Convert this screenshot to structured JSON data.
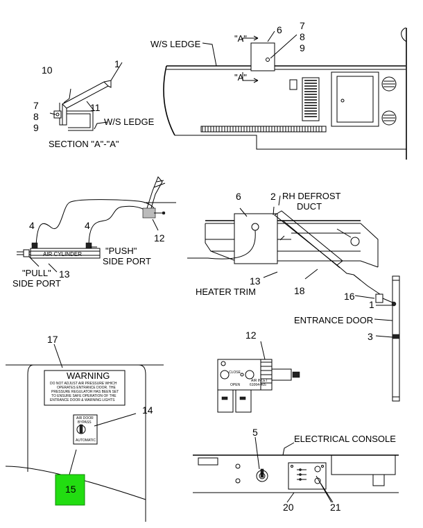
{
  "labels": {
    "ws_ledge_top": "W/S LEDGE",
    "section_a_top1": "\"A\"",
    "section_a_top2": "\"A\"",
    "num6_top": "6",
    "num7_top": "7",
    "num8_top": "8",
    "num9_top": "9",
    "num1_sec": "1",
    "num10_sec": "10",
    "num11_sec": "11",
    "num7_sec": "7",
    "num8_sec": "8",
    "num9_sec": "9",
    "ws_ledge_sec": "W/S LEDGE",
    "section_title": "SECTION \"A\"-\"A\"",
    "num4_left": "4",
    "num4_right": "4",
    "air_cylinder": "AIR CYLINDER",
    "push_port_1": "\"PUSH\"",
    "push_port_2": "SIDE PORT",
    "pull_port_1": "\"PULL\"",
    "pull_port_2": "SIDE PORT",
    "num13_cyl": "13",
    "num12_cyl": "12",
    "num6_def": "6",
    "num2_def": "2",
    "rh_defrost_1": "RH DEFROST",
    "rh_defrost_2": "DUCT",
    "num13_def": "13",
    "num18_def": "18",
    "heater_trim": "HEATER TRIM",
    "num16_def": "16",
    "num1_def": "1",
    "entrance_door": "ENTRANCE DOOR",
    "num3_def": "3",
    "num17": "17",
    "warning_title": "WARNING",
    "warning_l1": "DO NOT ADJUST AIR PRESSURE WHICH",
    "warning_l2": "OPERATES ENTRANCE DOOR. THE",
    "warning_l3": "PRESSURE REGULATOR HAS BEEN SET",
    "warning_l4": "TO ENSURE SAFE OPERATION OF THE",
    "warning_l5": "ENTRANCE DOOR & WARNING LIGHTS",
    "switch_top1": "AIR DOOR",
    "switch_top2": "BYPASS",
    "switch_bottom": "AUTOMATIC",
    "num14": "14",
    "num15": "15",
    "num12_valve": "12",
    "valve_close": "CLOSE",
    "valve_open": "OPEN",
    "valve_air": "AIR INLET",
    "valve_part": "61064-405",
    "num5": "5",
    "electrical_console": "ELECTRICAL CONSOLE",
    "num20": "20",
    "num21": "21"
  },
  "colors": {
    "highlight": "#22dd11",
    "line": "#000000",
    "grey_fill": "#bbbbbb"
  }
}
